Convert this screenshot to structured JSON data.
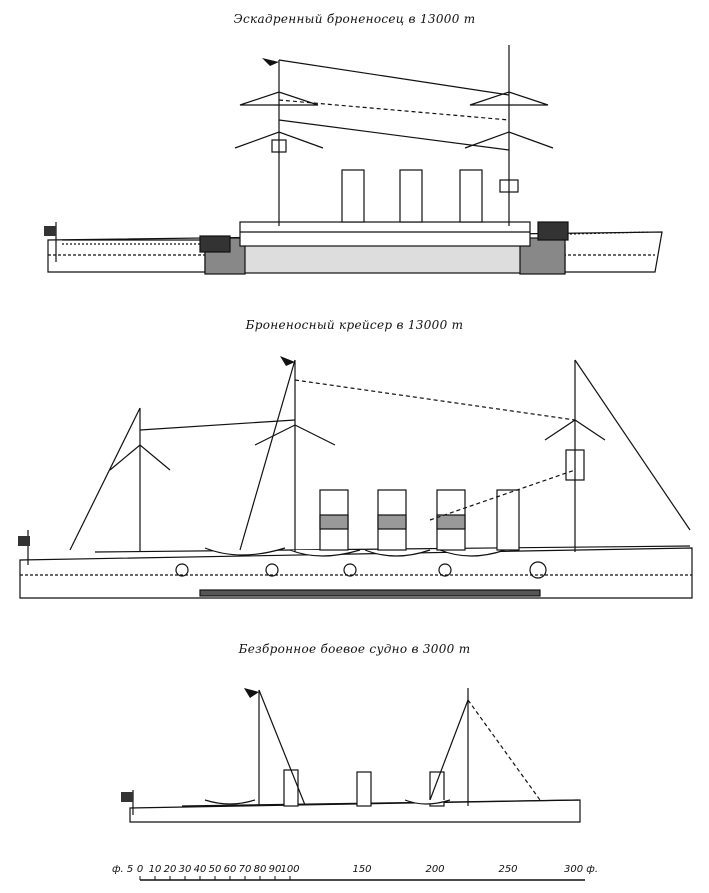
{
  "captions": {
    "battleship": "Эскадренный броненосец в 13000 т",
    "cruiser": "Броненосный крейсер в 13000 т",
    "unarmored": "Безбронное боевое судно в 3000 т"
  },
  "scale": {
    "prefix": "ф. 5",
    "small_ticks": [
      "0",
      "10",
      "20",
      "30",
      "40",
      "50",
      "60",
      "70",
      "80",
      "90",
      "100"
    ],
    "large_ticks": [
      "150",
      "200",
      "250",
      "300 ф."
    ]
  }
}
